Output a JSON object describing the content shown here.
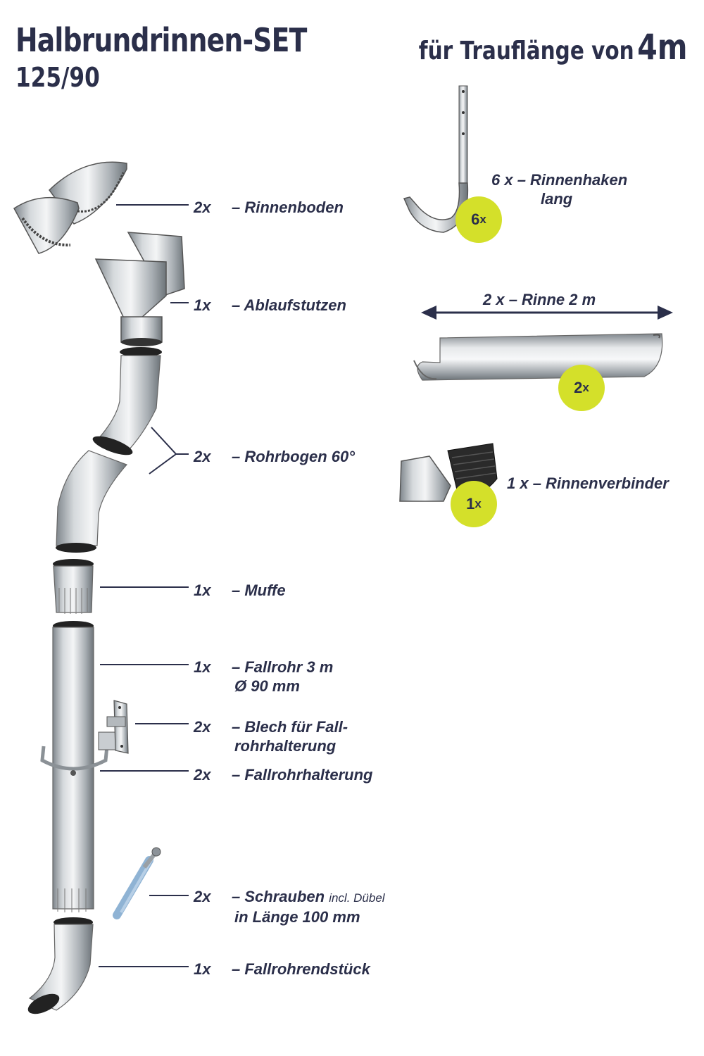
{
  "header": {
    "title": "Halbrundrinnen-SET",
    "subtitle": "125/90",
    "length_prefix": "für Trauflänge von",
    "length_value": "4m"
  },
  "parts": [
    {
      "qty": "2x",
      "name": "Rinnenboden",
      "cont": ""
    },
    {
      "qty": "1x",
      "name": "Ablaufstutzen",
      "cont": ""
    },
    {
      "qty": "2x",
      "name": "Rohrbogen 60°",
      "cont": ""
    },
    {
      "qty": "1x",
      "name": "Muffe",
      "cont": ""
    },
    {
      "qty": "1x",
      "name": "Fallrohr 3 m",
      "cont": "Ø 90 mm"
    },
    {
      "qty": "2x",
      "name": "Blech für Fall-",
      "cont": "rohrhalterung"
    },
    {
      "qty": "2x",
      "name": "Fallrohrhalterung",
      "cont": ""
    },
    {
      "qty": "2x",
      "name": "Schrauben",
      "note": "incl. Dübel",
      "cont": "in Länge 100 mm"
    },
    {
      "qty": "1x",
      "name": "Fallrohrendstück",
      "cont": ""
    }
  ],
  "right_parts": {
    "haken": {
      "label": "6 x  –  Rinnenhaken",
      "cont": "lang",
      "badge_num": "6",
      "badge_x": "x"
    },
    "rinne": {
      "label": "2 x  –  Rinne 2 m",
      "badge_num": "2",
      "badge_x": "x"
    },
    "verbinder": {
      "label": "1 x  –  Rinnenverbinder",
      "badge_num": "1",
      "badge_x": "x"
    }
  },
  "colors": {
    "text": "#2b2f4a",
    "badge": "#d4e02a",
    "metal_light": "#eef0f2",
    "metal_dark": "#8c9298"
  }
}
